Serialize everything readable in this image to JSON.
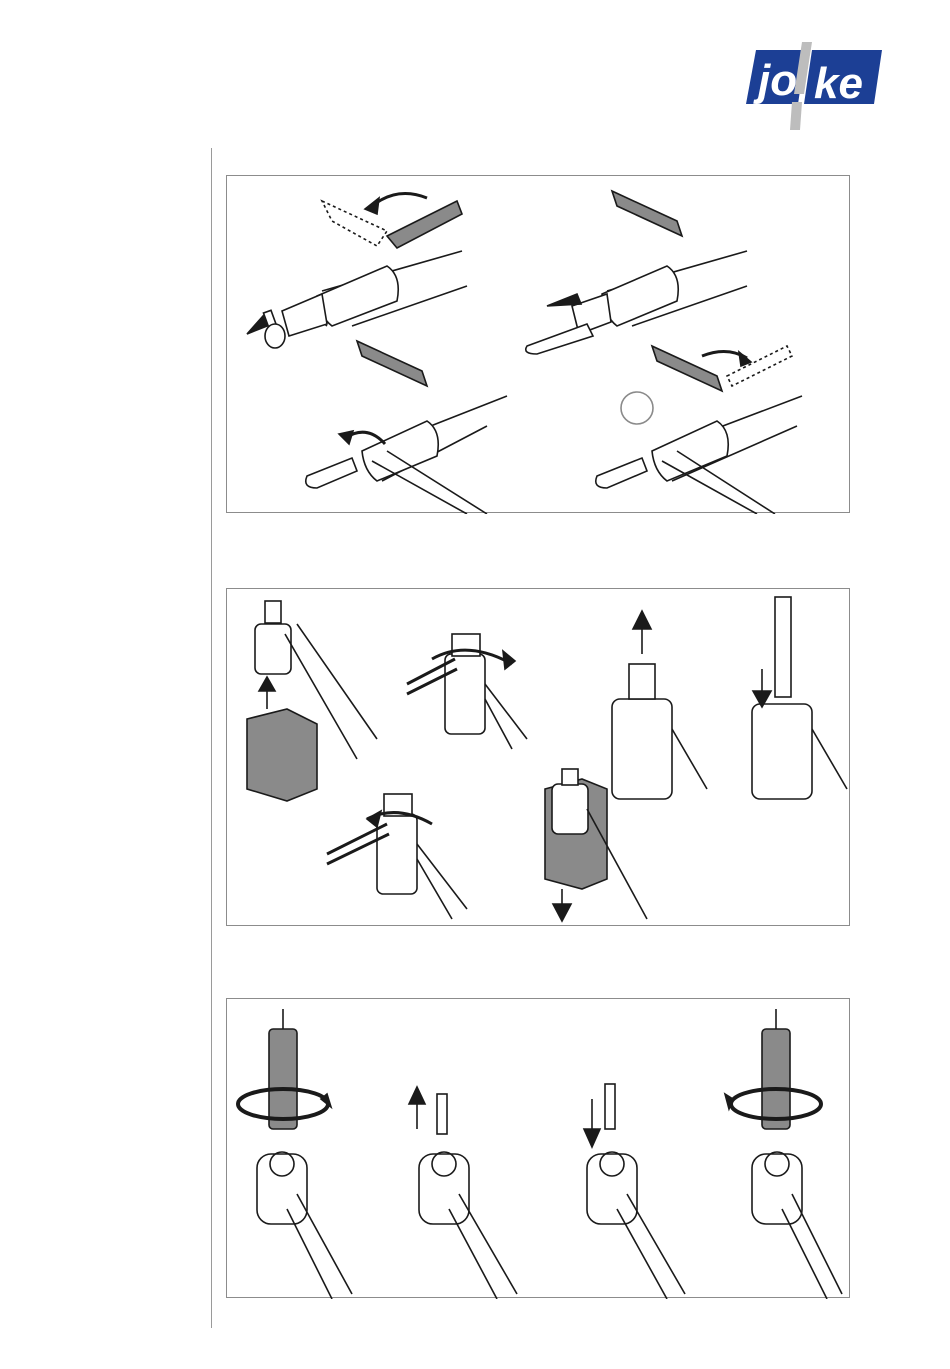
{
  "brand": {
    "logo_text_left": "jo",
    "logo_text_right": "ke",
    "colors": {
      "blue": "#1c3f95",
      "grey": "#bdbdbd"
    }
  },
  "figures": [
    {
      "name": "handpiece-tool-change",
      "steps": 4
    },
    {
      "name": "collet-change-with-holder",
      "steps": 6
    },
    {
      "name": "collet-nut-change",
      "steps": 4
    }
  ],
  "colors": {
    "line": "#1a1a1a",
    "fill_grey": "#8a8a8a",
    "fill_light": "#ffffff"
  }
}
